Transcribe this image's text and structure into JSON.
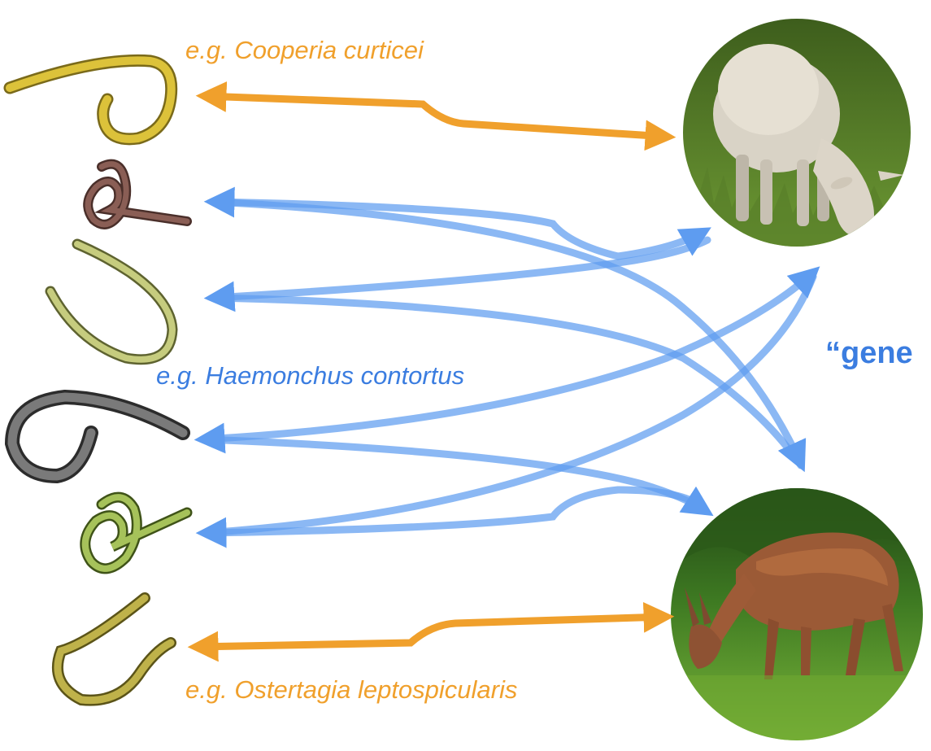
{
  "colors": {
    "specialist": "#F0A02C",
    "generalist": "#5E9CF0",
    "specialist_label": "#F0A02C",
    "generalist_label": "#3B7DE0"
  },
  "labels": {
    "top_example": "e.g. Cooperia curticei",
    "middle_example": "e.g. Haemonchus contortus",
    "bottom_example": "e.g. Ostertagia leptospicularis",
    "side_text": "“gene"
  },
  "hosts": [
    {
      "name": "sheep",
      "icon": "sheep-photo"
    },
    {
      "name": "roe deer",
      "icon": "deer-photo"
    }
  ],
  "parasites": [
    {
      "icon": "worm-yellow-hook",
      "color": "#D9BE36"
    },
    {
      "icon": "worm-brown-coil",
      "color": "#8A5E55"
    },
    {
      "icon": "worm-green-u",
      "color": "#BFC77A"
    },
    {
      "icon": "worm-gray-hook",
      "color": "#6E6E6E"
    },
    {
      "icon": "worm-green-coil",
      "color": "#9DB552"
    },
    {
      "icon": "worm-olive-u",
      "color": "#B8B04A"
    }
  ]
}
